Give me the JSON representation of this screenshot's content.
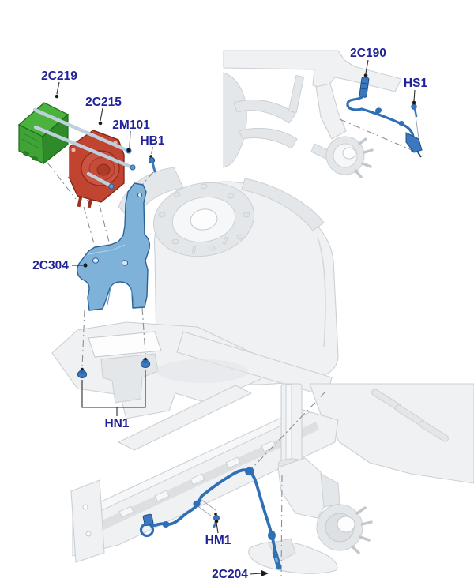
{
  "figure": {
    "kind": "vehicle-parts-diagram",
    "background": "#ffffff"
  },
  "callouts": [
    {
      "code": "2C219"
    },
    {
      "code": "2C215"
    },
    {
      "code": "2M101"
    },
    {
      "code": "HB1"
    },
    {
      "code": "2C190"
    },
    {
      "code": "HS1"
    },
    {
      "code": "2C304"
    },
    {
      "code": "HN1"
    },
    {
      "code": "HM1"
    },
    {
      "code": "2C204"
    }
  ],
  "colors": {
    "label_text": "#22229a",
    "module_green": "#3fa336",
    "module_green_top": "#4cb23e",
    "module_green_side": "#2f8a2a",
    "hcu_red": "#c14430",
    "bracket_blue": "#7fb2d9",
    "cable_blue": "#2e6fb5",
    "fastener_blue": "#3c78c0",
    "structure_fill": "#eff1f3",
    "structure_line": "#ccd0d4"
  }
}
